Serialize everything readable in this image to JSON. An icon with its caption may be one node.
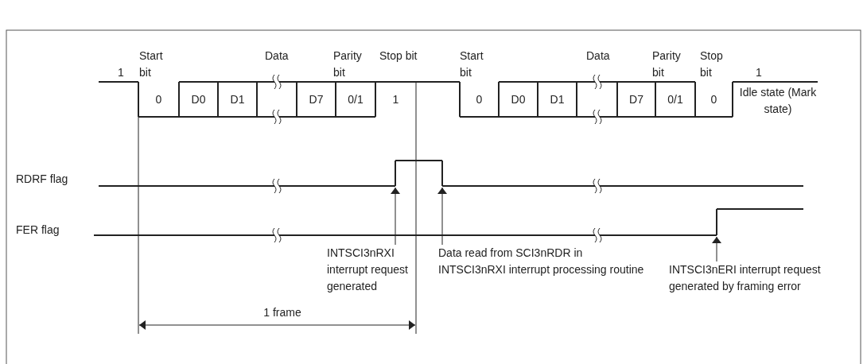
{
  "diagram": {
    "nodes": [
      {
        "text": [
          "INTSCI3nRXI interrupt request generated"
        ]
      },
      {
        "text": [
          "Data read from SCI3nRDR in INTSCI3nRXI interrupt processing routine"
        ]
      },
      {
        "text": [
          "INTSCI3nERI interrupt request generated by framing error"
        ]
      }
    ],
    "edges": [
      {
        "from": 0,
        "to": null,
        "arrow": "to"
      },
      {
        "from": 1,
        "to": null,
        "arrow": "to"
      },
      {
        "from": 2,
        "to": null,
        "arrow": "to"
      }
    ],
    "labels": [
      "1",
      "Start bit",
      "Data",
      "Parity bit",
      "Stop bit",
      "Start bit",
      "Data",
      "Parity bit",
      "Stop bit",
      "1",
      "0",
      "D0",
      "D1",
      "D7",
      "0/1",
      "1",
      "0",
      "D0",
      "D1",
      "D7",
      "0/1",
      "0",
      "Idle state (Mark state)",
      "RDRF flag",
      "FER flag",
      "1 frame"
    ]
  }
}
